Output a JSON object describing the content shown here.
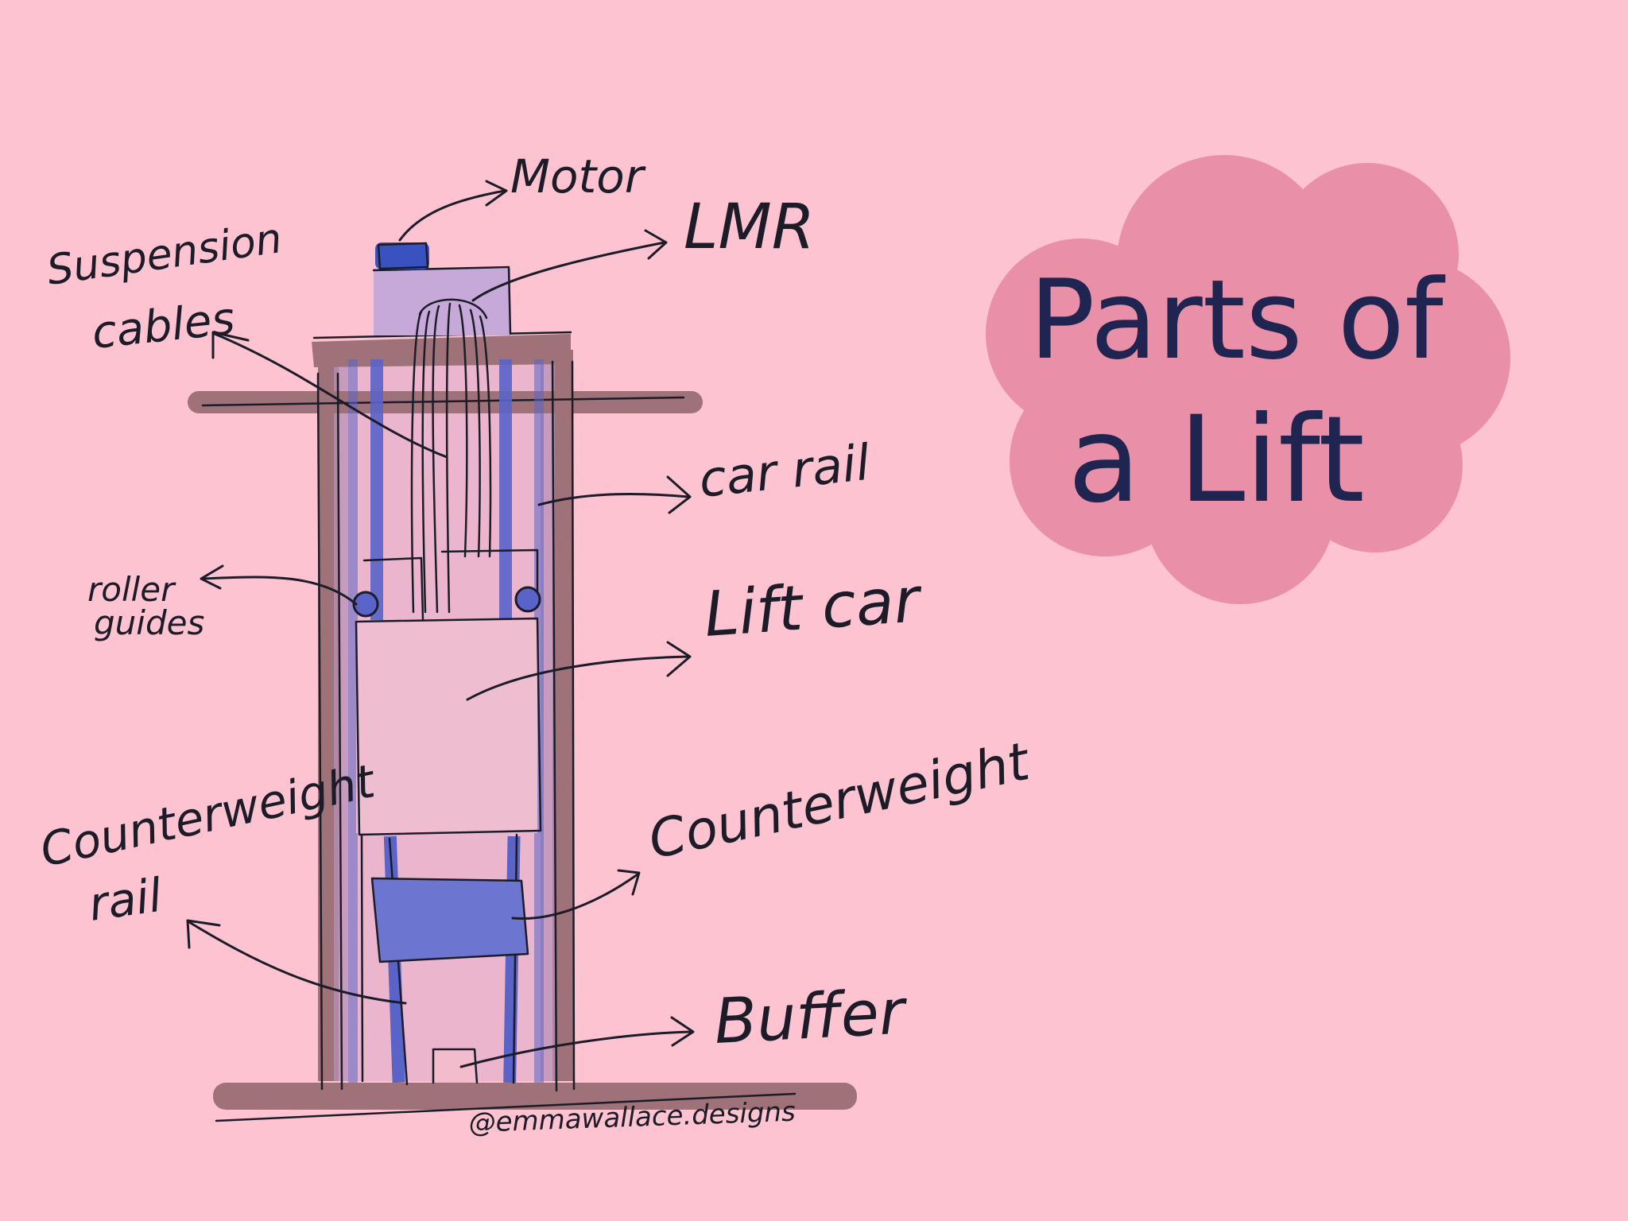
{
  "title": {
    "line1": "Parts of",
    "line2": "a Lift"
  },
  "labels": {
    "motor": "Motor",
    "lmr": "LMR",
    "suspension_cables_line1": "Suspension",
    "suspension_cables_line2": "cables",
    "car_rail": "car rail",
    "roller_guides_line1": "roller",
    "roller_guides_line2": "guides",
    "lift_car": "Lift car",
    "counterweight_rail_line1": "Counterweight",
    "counterweight_rail_line2": "rail",
    "counterweight": "Counterweight",
    "buffer": "Buffer"
  },
  "credit": "@emmawallace.designs",
  "colors": {
    "background": "#fec3d0",
    "cloud": "#ea8fa8",
    "title_ink": "#1f2550",
    "frame": "#9e7278",
    "rail_blue": "#5a64c8",
    "motor_blue": "#3a52c0",
    "machine_room": "#c6a9d8",
    "lift_car": "#efbdd0",
    "shaft_fill": "#d6a8d0"
  }
}
